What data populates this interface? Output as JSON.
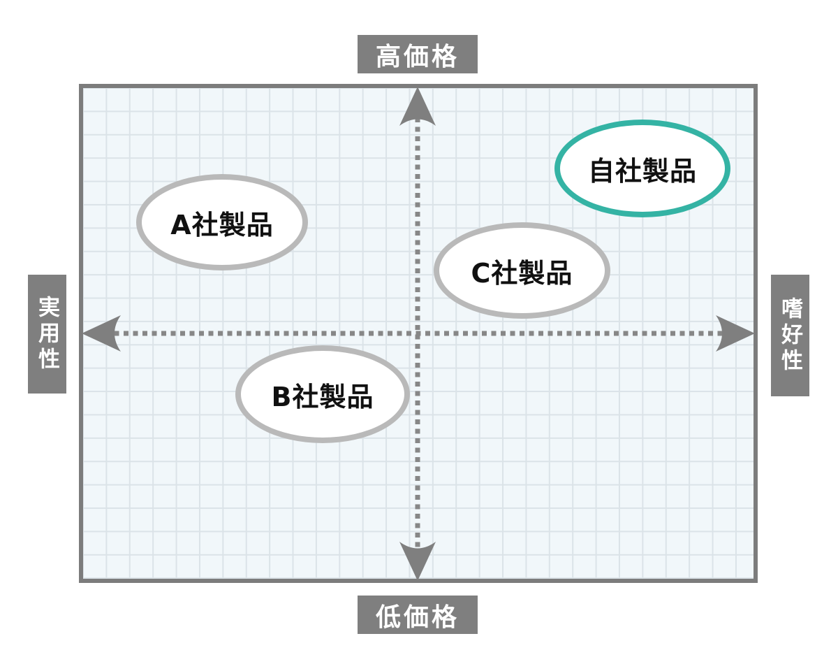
{
  "diagram": {
    "type": "positioning-map",
    "axis_labels": {
      "top": "高価格",
      "bottom": "低価格",
      "left": "実用性",
      "right": "嗜好性"
    },
    "products": [
      {
        "id": "company-a",
        "label": "A社製品",
        "highlight": false
      },
      {
        "id": "company-b",
        "label": "B社製品",
        "highlight": false
      },
      {
        "id": "company-c",
        "label": "C社製品",
        "highlight": false
      },
      {
        "id": "own-company",
        "label": "自社製品",
        "highlight": true
      }
    ],
    "colors": {
      "accent_teal": "#34b3a4",
      "plate_gray": "#7f7f7f",
      "ellipse_border_gray": "#b9b9b9",
      "grid_line": "#dbe3e8",
      "grid_background": "#f1f7fa"
    }
  },
  "chart_data": {
    "type": "scatter",
    "x_axis": {
      "left_label": "実用性",
      "right_label": "嗜好性",
      "range": [
        -1,
        1
      ]
    },
    "y_axis": {
      "bottom_label": "低価格",
      "top_label": "高価格",
      "range": [
        -1,
        1
      ]
    },
    "grid": true,
    "legend": false,
    "points": [
      {
        "label": "A社製品",
        "x": -0.58,
        "y": 0.45,
        "highlight": false
      },
      {
        "label": "B社製品",
        "x": -0.28,
        "y": -0.25,
        "highlight": false
      },
      {
        "label": "C社製品",
        "x": 0.31,
        "y": 0.26,
        "highlight": false
      },
      {
        "label": "自社製品",
        "x": 0.67,
        "y": 0.67,
        "highlight": true
      }
    ]
  }
}
